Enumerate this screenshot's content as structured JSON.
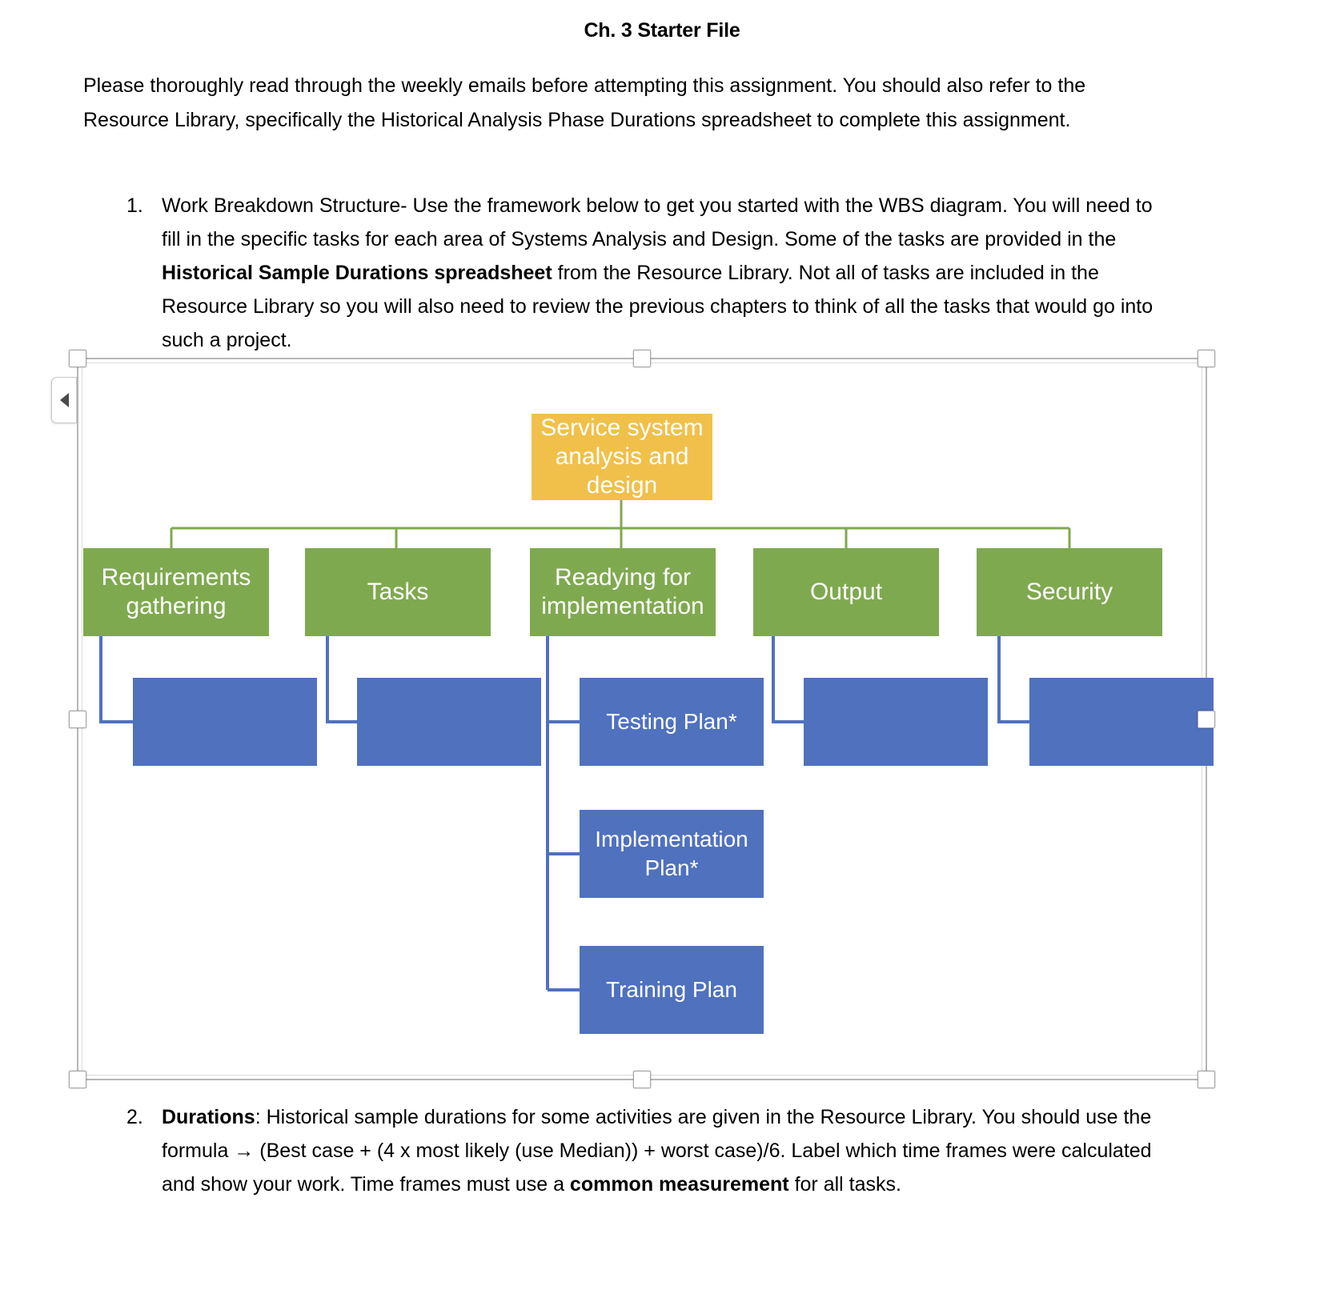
{
  "document": {
    "title": "Ch. 3 Starter File",
    "intro": "Please thoroughly read through the weekly emails before attempting this assignment. You should also refer to the Resource Library, specifically the Historical Analysis Phase Durations spreadsheet to complete this assignment.",
    "items": [
      {
        "number": "1.",
        "text_part_1": "Work Breakdown Structure- Use the framework below to get you started with the WBS diagram. You will need to fill in the specific tasks for each area of Systems Analysis and Design. Some of the tasks are provided in the ",
        "bold_1": "Historical Sample Durations spreadsheet",
        "text_part_2": " from the Resource Library.  Not all of tasks are included in the Resource Library so you will also need to review the previous chapters to think of all the tasks that would go into such a project."
      },
      {
        "number": "2.",
        "bold_1": "Durations",
        "text_part_1": ": Historical sample durations for some activities are given in the Resource Library.  You should use the formula ",
        "arrow": "→",
        "text_part_2": "  (Best case + (4 x most likely (use Median)) + worst case)/6. Label which time frames were calculated and show your work. Time frames must use a ",
        "bold_2": "common measurement",
        "text_part_3": " for all tasks."
      }
    ]
  },
  "smartart": {
    "selected": true,
    "pane_toggle_icon": "left-triangle-icon",
    "colors": {
      "root": "#F0C04A",
      "level2": "#7FA94F",
      "level3": "#4F71BE",
      "connector_green": "#7FA94F",
      "connector_blue": "#4F71BE",
      "selection_border": "#B6B6B6"
    },
    "root": {
      "label": "Service system analysis and design"
    },
    "branches": [
      {
        "label": "Requirements gathering",
        "children": [
          {
            "label": ""
          }
        ]
      },
      {
        "label": "Tasks",
        "children": [
          {
            "label": ""
          }
        ]
      },
      {
        "label": "Readying for implementation",
        "children": [
          {
            "label": "Testing Plan*"
          },
          {
            "label": "Implementation Plan*"
          },
          {
            "label": "Training Plan"
          }
        ]
      },
      {
        "label": "Output",
        "children": [
          {
            "label": ""
          }
        ]
      },
      {
        "label": "Security",
        "children": [
          {
            "label": ""
          }
        ]
      }
    ]
  }
}
